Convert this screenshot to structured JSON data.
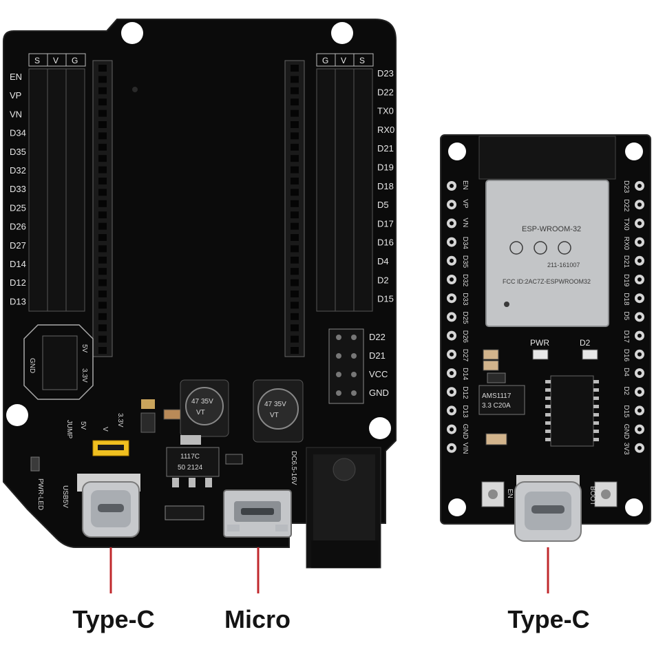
{
  "captions": {
    "left_connector": "Type-C",
    "middle_connector": "Micro",
    "right_connector": "Type-C"
  },
  "shield": {
    "header_letters": [
      "S",
      "V",
      "G"
    ],
    "right_header_letters": [
      "G",
      "V",
      "S"
    ],
    "left_pins": [
      "EN",
      "VP",
      "VN",
      "D34",
      "D35",
      "D32",
      "D33",
      "D25",
      "D26",
      "D27",
      "D14",
      "D12",
      "D13"
    ],
    "right_pins": [
      "D23",
      "D22",
      "TX0",
      "RX0",
      "D21",
      "D19",
      "D18",
      "D5",
      "D17",
      "D16",
      "D4",
      "D2",
      "D15"
    ],
    "aux_pins": [
      "D22",
      "D21",
      "VCC",
      "GND"
    ],
    "power_header": [
      "GND",
      "5V",
      "3.3V"
    ],
    "jump_label": "JUMP",
    "jump_options": [
      "5V",
      "V",
      "3.3V"
    ],
    "usb_label": "USB5V",
    "pwr_led_label": "PWR-LED",
    "dc_label": "DC6.5-16V",
    "regulator_text": [
      "1117C",
      "50 2124"
    ],
    "capacitor_1": [
      "47",
      "35V",
      "VT"
    ],
    "capacitor_2": [
      "47",
      "35V",
      "VT"
    ]
  },
  "devkit": {
    "module_name": "ESP-WROOM-32",
    "module_fcc": "FCC ID:2AC7Z-ESPWROOM32",
    "module_cert": "211-161007",
    "left_pins": [
      "EN",
      "VP",
      "VN",
      "D34",
      "D35",
      "D32",
      "D33",
      "D25",
      "D26",
      "D27",
      "D14",
      "D12",
      "D13",
      "GND",
      "VIN"
    ],
    "right_pins": [
      "D23",
      "D22",
      "TX0",
      "RX0",
      "D21",
      "D19",
      "D18",
      "D5",
      "D17",
      "D16",
      "D4",
      "D2",
      "D15",
      "GND",
      "3V3"
    ],
    "pwr_label": "PWR",
    "d2_label": "D2",
    "regulator_text": [
      "AMS1117",
      "3.3 C20A"
    ],
    "en_label": "EN",
    "boot_label": "BOOT"
  }
}
